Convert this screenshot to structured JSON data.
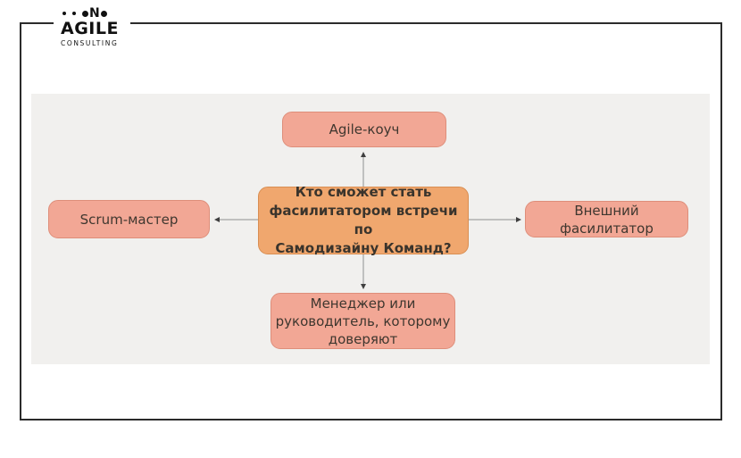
{
  "logo": {
    "mark": "N",
    "brand": "AGILE",
    "subtitle": "CONSULTING"
  },
  "diagram": {
    "center": {
      "lines": [
        "Кто сможет стать",
        "фасилитатором встречи по",
        "Самодизайну Команд?"
      ]
    },
    "top": {
      "label": "Agile-коуч"
    },
    "left": {
      "label": "Scrum-мастер"
    },
    "right": {
      "label": "Внешний фасилитатор"
    },
    "bottom": {
      "lines": [
        "Менеджер или",
        "руководитель, которому",
        "доверяют"
      ]
    }
  },
  "colors": {
    "frame_border": "#2b2b2b",
    "panel_bg": "#f1f0ee",
    "center_fill": "#f0a76e",
    "center_border": "#d98e52",
    "center_text": "#3a342c",
    "node_fill": "#f2a795",
    "node_border": "#de8e7a",
    "node_text": "#3f372f",
    "arrow_line": "#909090",
    "arrowhead": "#3f3f3f"
  }
}
